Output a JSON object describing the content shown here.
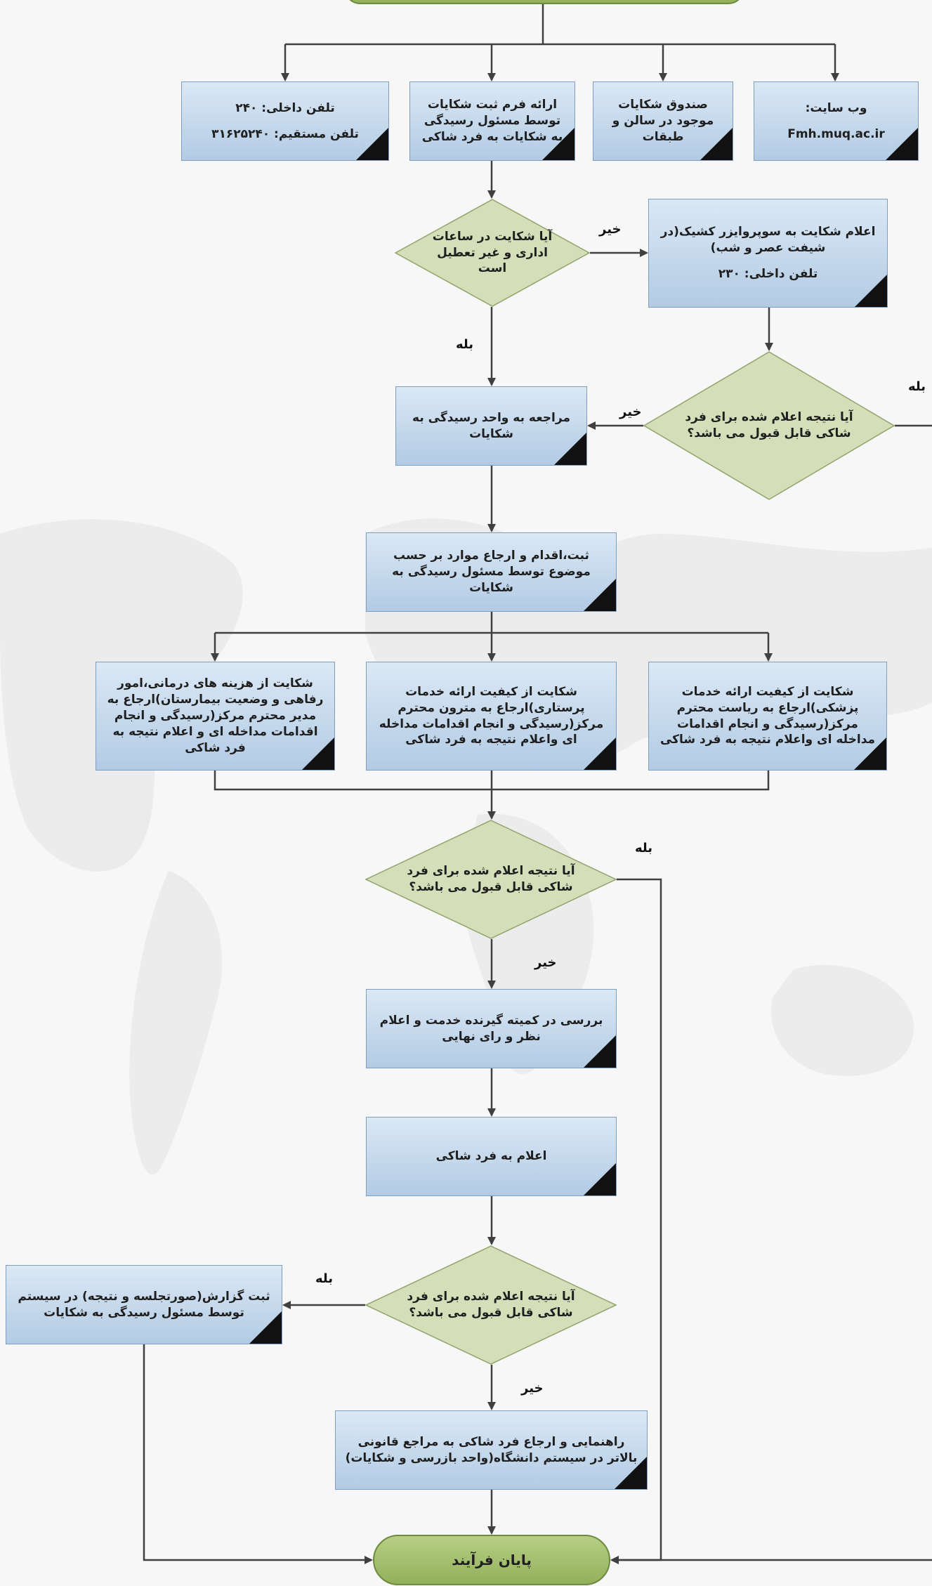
{
  "nodes": {
    "website": {
      "line1": "وب سایت:",
      "line2": "Fmh.muq.ac.ir"
    },
    "mailbox": {
      "text": "صندوق شکایات موجود در سالن و طبقات"
    },
    "form": {
      "text": "ارائه فرم ثبت شکایات توسط مسئول رسیدگی به شکایات به فرد شاکی"
    },
    "phone": {
      "line1": "تلفن داخلی: ۲۴۰",
      "line2": "تلفن مستقیم: ۳۱۶۲۵۲۴۰"
    },
    "supervisor": {
      "line1": "اعلام شکایت به سوپروایزر کشیک(در شیفت عصر و شب)",
      "line2": "تلفن داخلی: ۲۳۰"
    },
    "q_office": {
      "text": "آیا شکایت در ساعات اداری و غیر تعطیل است"
    },
    "q_accept1": {
      "text": "آیا نتیجه اعلام شده برای فرد شاکی قابل قبول می باشد؟"
    },
    "refer_unit": {
      "text": "مراجعه به واحد رسیدگی به شکایات"
    },
    "register": {
      "text": "ثبت،اقدام و ارجاع موارد بر حسب موضوع توسط مسئول رسیدگی به شکایات"
    },
    "medical": {
      "text": "شکایت از کیفیت ارائه خدمات پزشکی)ارجاع به ریاست محترم مرکز(رسیدگی و انجام اقدامات مداخله ای واعلام نتیجه به فرد شاکی"
    },
    "nursing": {
      "text": "شکایت از کیفیت ارائه خدمات پرستاری)ارجاع به مترون محترم مرکز(رسیدگی و انجام اقدامات مداخله ای واعلام نتیجه به فرد شاکی"
    },
    "costs": {
      "text": "شکایت از هزینه های درمانی،امور رفاهی و وضعیت بیمارستان)ارجاع به مدیر محترم مرکز(رسیدگی و انجام اقدامات مداخله ای و اعلام نتیجه به فرد شاکی"
    },
    "q_accept2": {
      "text": "آیا نتیجه اعلام شده برای فرد شاکی قابل قبول می باشد؟"
    },
    "committee": {
      "text": "بررسی در کمیته گیرنده خدمت و اعلام نظر و رای نهایی"
    },
    "notify": {
      "text": "اعلام به فرد شاکی"
    },
    "q_accept3": {
      "text": "آیا نتیجه اعلام شده برای فرد شاکی قابل قبول می باشد؟"
    },
    "report": {
      "text": "ثبت گزارش(صورتجلسه و نتیجه) در سیستم توسط مسئول رسیدگی به شکایات"
    },
    "guide": {
      "text": "راهنمایی و ارجاع فرد شاکی به مراجع قانونی بالاتر در سیستم دانشگاه(واحد بازرسی و شکایات)"
    },
    "end": {
      "text": "پایان فرآیند"
    }
  },
  "labels": {
    "no": "خیر",
    "yes": "بله"
  },
  "colors": {
    "box_top": "#dbe8f5",
    "box_bottom": "#b2cbe4",
    "diamond": "#d4deb8",
    "terminal": "#a3bf6e",
    "line": "#404040"
  }
}
